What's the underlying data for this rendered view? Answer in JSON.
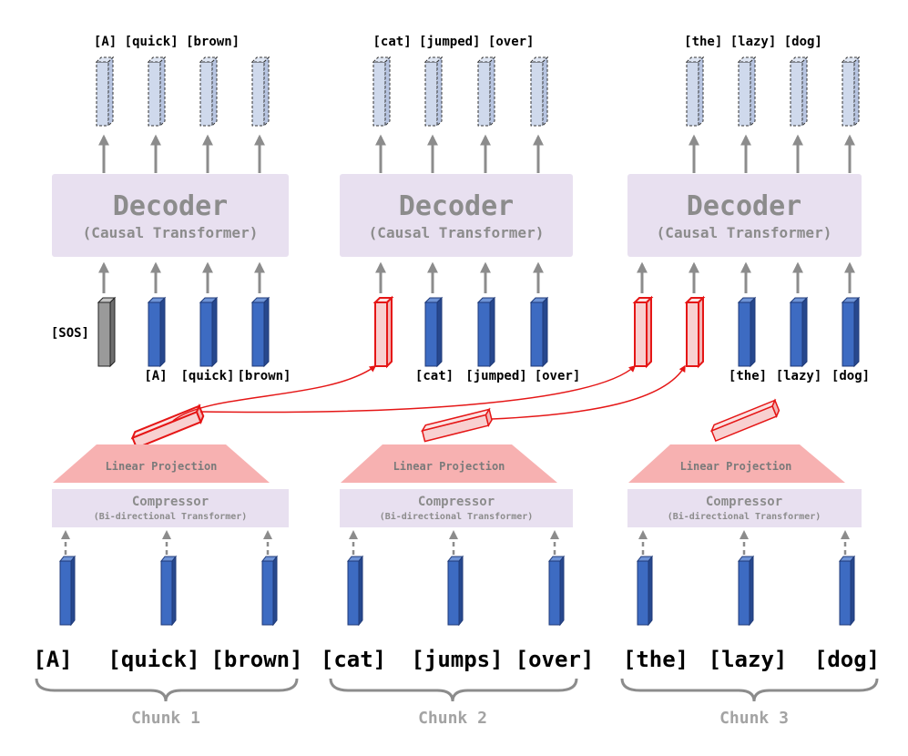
{
  "colors": {
    "decoder_box": "#e8e0f0",
    "decoder_text": "#8c8c8c",
    "compressor_box": "#e8e0f0",
    "projection": "#f7b1b1",
    "projection_text": "#7a7a7a",
    "token_blue": "#3d6bc2",
    "token_blue_dark": "#1f3a78",
    "output_token": "#cfd9ec",
    "compressed_red": "#e51616",
    "compressed_fill": "#f8d0d0",
    "arrow_gray": "#8c8c8c",
    "sos_gray": "#9a9a9a",
    "brace": "#8c8c8c",
    "chunk_text": "#a3a3a3"
  },
  "chunks": [
    {
      "output_labels": "[A] [quick] [brown]",
      "decoder_title": "Decoder",
      "decoder_subtitle": "(Causal Transformer)",
      "input_tokens": [
        "[A]",
        "[quick]",
        "[brown]"
      ],
      "start_token": "[SOS]",
      "projection_label": "Linear Projection",
      "compressor_title": "Compressor",
      "compressor_subtitle": "(Bi-directional Transformer)",
      "source_tokens": [
        "[A]",
        "[quick]",
        "[brown]"
      ],
      "chunk_label": "Chunk 1"
    },
    {
      "output_labels": "[cat] [jumped] [over]",
      "decoder_title": "Decoder",
      "decoder_subtitle": "(Causal Transformer)",
      "input_tokens": [
        "[cat]",
        "[jumped]",
        "[over]"
      ],
      "projection_label": "Linear Projection",
      "compressor_title": "Compressor",
      "compressor_subtitle": "(Bi-directional Transformer)",
      "source_tokens": [
        "[cat]",
        "[jumps]",
        "[over]"
      ],
      "chunk_label": "Chunk 2"
    },
    {
      "output_labels": "[the] [lazy] [dog]",
      "decoder_title": "Decoder",
      "decoder_subtitle": "(Causal Transformer)",
      "input_tokens": [
        "[the]",
        "[lazy]",
        "[dog]"
      ],
      "projection_label": "Linear Projection",
      "compressor_title": "Compressor",
      "compressor_subtitle": "(Bi-directional Transformer)",
      "source_tokens": [
        "[the]",
        "[lazy]",
        "[dog]"
      ],
      "chunk_label": "Chunk 3"
    }
  ]
}
